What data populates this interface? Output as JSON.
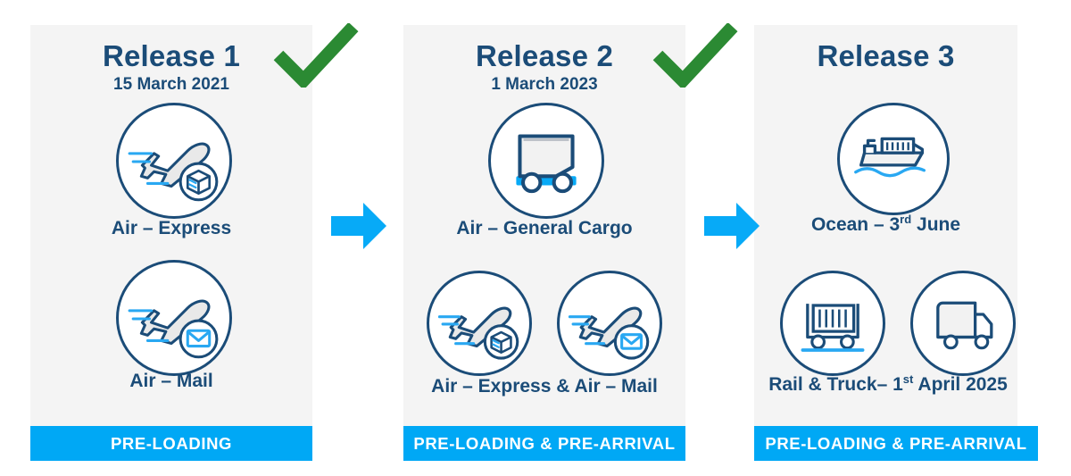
{
  "diagram": {
    "title_semantic": "ICS2 release timeline",
    "colors": {
      "panel_bg": "#f4f4f4",
      "navy": "#1b4c78",
      "banner_blue": "#00a8f5",
      "check_green": "#2b8a33",
      "arrow_blue": "#07aaf7",
      "icon_accent": "#29a8f2"
    }
  },
  "releases": [
    {
      "title": "Release 1",
      "date": "15 March 2021",
      "completed": true,
      "banner": "PRE-LOADING",
      "items": [
        {
          "caption": "Air – Express",
          "icons": [
            "plane-parcel-icon"
          ]
        },
        {
          "caption": "Air – Mail",
          "icons": [
            "plane-mail-icon"
          ]
        }
      ]
    },
    {
      "title": "Release 2",
      "date": "1 March 2023",
      "completed": true,
      "banner": "PRE-LOADING & PRE-ARRIVAL",
      "items": [
        {
          "caption": "Air – General Cargo",
          "icons": [
            "air-cargo-dolly-icon"
          ]
        },
        {
          "caption": "Air – Express & Air – Mail",
          "icons": [
            "plane-parcel-icon",
            "plane-mail-icon"
          ]
        }
      ]
    },
    {
      "title": "Release 3",
      "date": "",
      "completed": false,
      "banner": "PRE-LOADING & PRE-ARRIVAL",
      "items": [
        {
          "caption_pre": "Ocean – 3",
          "caption_sup": "rd",
          "caption_post": " June",
          "icons": [
            "container-ship-icon"
          ]
        },
        {
          "caption_pre": "Rail & Truck– 1",
          "caption_sup": "st",
          "caption_post": " April 2025",
          "icons": [
            "rail-container-icon",
            "truck-icon"
          ]
        }
      ]
    }
  ],
  "connectors": [
    {
      "name": "arrow-release1-to-release2"
    },
    {
      "name": "arrow-release2-to-release3"
    }
  ]
}
